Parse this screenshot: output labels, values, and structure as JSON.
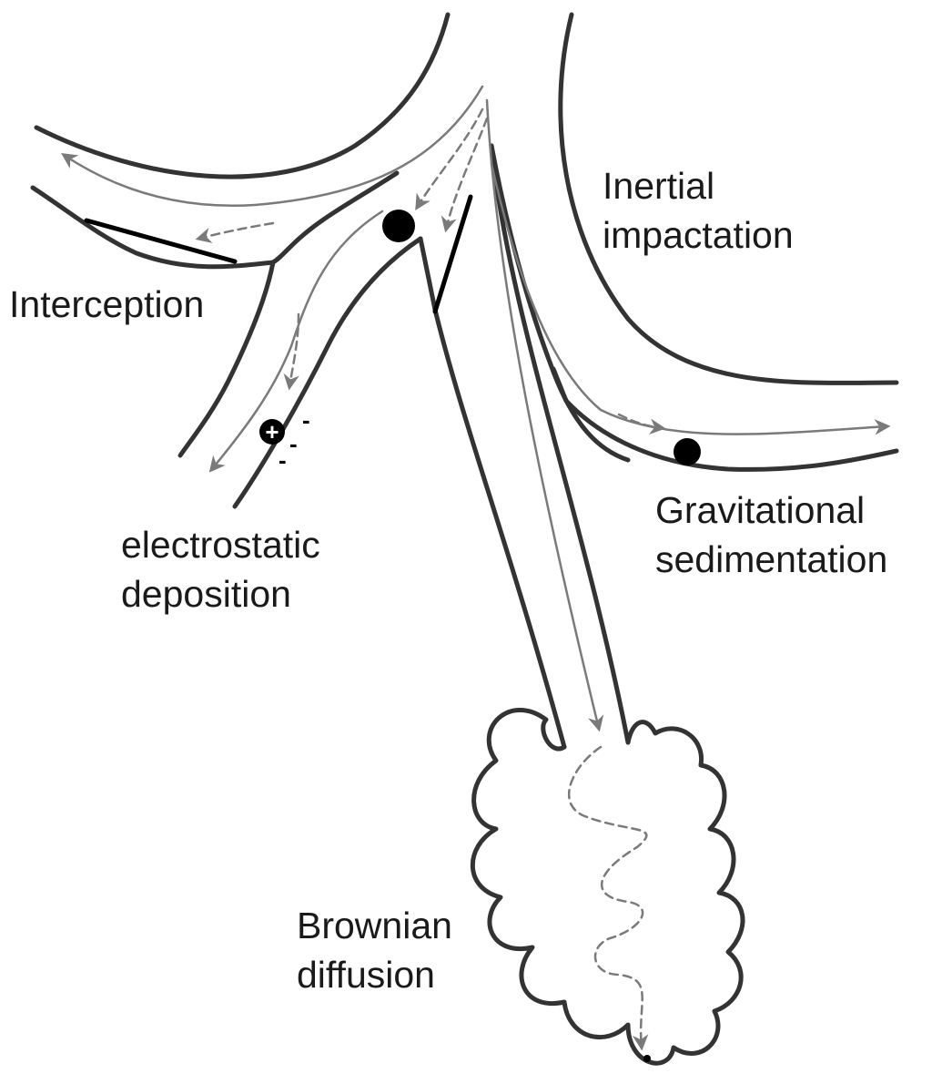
{
  "labels": {
    "inertial_line1": "Inertial",
    "inertial_line2": "impactation",
    "interception": "Interception",
    "electrostatic_line1": "electrostatic",
    "electrostatic_line2": "deposition",
    "gravitational_line1": "Gravitational",
    "gravitational_line2": "sedimentation",
    "brownian_line1": "Brownian",
    "brownian_line2": "diffusion"
  },
  "charges": {
    "plus": "+",
    "minus1": "-",
    "minus2": "-",
    "minus3": "-"
  },
  "colors": {
    "wall": "#333333",
    "flow": "#7a7a7a",
    "deposit": "#000000",
    "text": "#1a1a1a"
  }
}
